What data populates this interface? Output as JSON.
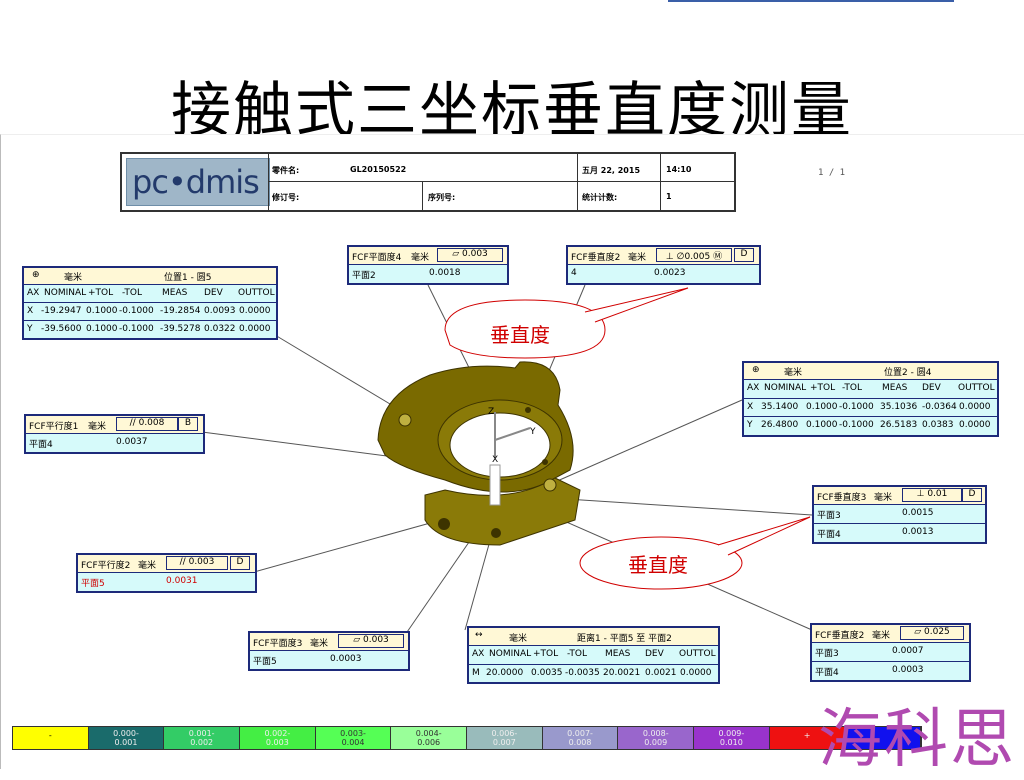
{
  "title": "接触式三坐标垂直度测量",
  "header": {
    "logo": "pc•dmis",
    "part_label": "零件名:",
    "part_value": "GL20150522",
    "date": "五月 22, 2015",
    "time": "14:10",
    "rev_label": "修订号:",
    "serial_label": "序列号:",
    "stat_label": "统计计数:",
    "stat_value": "1",
    "page": "1 / 1"
  },
  "pos1": {
    "icon": "⊕",
    "unit": "毫米",
    "name": "位置1 - 圆5",
    "cols": [
      "AX",
      "NOMINAL",
      "+TOL",
      "-TOL",
      "MEAS",
      "DEV",
      "OUTTOL"
    ],
    "rows": [
      [
        "X",
        "-19.2947",
        "0.1000",
        "-0.1000",
        "-19.2854",
        "0.0093",
        "0.0000"
      ],
      [
        "Y",
        "-39.5600",
        "0.1000",
        "-0.1000",
        "-39.5278",
        "0.0322",
        "0.0000"
      ]
    ]
  },
  "pos2": {
    "icon": "⊕",
    "unit": "毫米",
    "name": "位置2 - 圆4",
    "cols": [
      "AX",
      "NOMINAL",
      "+TOL",
      "-TOL",
      "MEAS",
      "DEV",
      "OUTTOL"
    ],
    "rows": [
      [
        "X",
        "35.1400",
        "0.1000",
        "-0.1000",
        "35.1036",
        "-0.0364",
        "0.0000"
      ],
      [
        "Y",
        "26.4800",
        "0.1000",
        "-0.1000",
        "26.5183",
        "0.0383",
        "0.0000"
      ]
    ]
  },
  "dist": {
    "icon": "↔",
    "unit": "毫米",
    "name": "距离1 - 平面5 至 平面2",
    "cols": [
      "AX",
      "NOMINAL",
      "+TOL",
      "-TOL",
      "MEAS",
      "DEV",
      "OUTTOL"
    ],
    "rows": [
      [
        "M",
        "20.0000",
        "0.0035",
        "-0.0035",
        "20.0021",
        "0.0021",
        "0.0000"
      ]
    ]
  },
  "fcf_flat4": {
    "name": "FCF平面度4",
    "unit": "毫米",
    "tol": "0.003",
    "row": [
      "平面2",
      "0.0018"
    ]
  },
  "fcf_perp2": {
    "name": "FCF垂直度2",
    "unit": "毫米",
    "tol": "∅0.005 Ⓜ",
    "datum": "D",
    "row": [
      "4",
      "0.0023"
    ]
  },
  "fcf_par1": {
    "name": "FCF平行度1",
    "unit": "毫米",
    "tol": "0.008",
    "datum": "B",
    "row": [
      "平面4",
      "0.0037"
    ]
  },
  "fcf_perp3": {
    "name": "FCF垂直度3",
    "unit": "毫米",
    "tol": "0.01",
    "datum": "D",
    "rows": [
      [
        "平面3",
        "0.0015"
      ],
      [
        "平面4",
        "0.0013"
      ]
    ]
  },
  "fcf_par2": {
    "name": "FCF平行度2",
    "unit": "毫米",
    "tol": "0.003",
    "datum": "D",
    "row": [
      "平面5",
      "0.0031"
    ]
  },
  "fcf_flat3": {
    "name": "FCF平面度3",
    "unit": "毫米",
    "tol": "0.003",
    "row": [
      "平面5",
      "0.0003"
    ]
  },
  "fcf_perp2b": {
    "name": "FCF垂直度2",
    "unit": "毫米",
    "tol": "0.025",
    "rows": [
      [
        "平面3",
        "0.0007"
      ],
      [
        "平面4",
        "0.0003"
      ]
    ]
  },
  "callout1": "垂直度",
  "callout2": "垂直度",
  "axes": {
    "z": "Z",
    "y": "Y",
    "x": "X"
  },
  "legend": [
    {
      "label": "-",
      "color": "#ffff00",
      "text": "#000"
    },
    {
      "label": "0.000-\n0.001",
      "color": "#1a6b6b",
      "text": "#eee"
    },
    {
      "label": "0.001-\n0.002",
      "color": "#33cc66",
      "text": "#eee"
    },
    {
      "label": "0.002-\n0.003",
      "color": "#44ee44",
      "text": "#eee"
    },
    {
      "label": "0.003-\n0.004",
      "color": "#55ff55",
      "text": "#333"
    },
    {
      "label": "0.004-\n0.006",
      "color": "#99ff99",
      "text": "#333"
    },
    {
      "label": "0.006-\n0.007",
      "color": "#99bbbb",
      "text": "#eee"
    },
    {
      "label": "0.007-\n0.008",
      "color": "#9999cc",
      "text": "#eee"
    },
    {
      "label": "0.008-\n0.009",
      "color": "#9966cc",
      "text": "#eee"
    },
    {
      "label": "0.009-\n0.010",
      "color": "#9933cc",
      "text": "#eee"
    },
    {
      "label": "+",
      "color": "#ee1111",
      "text": "#eee"
    },
    {
      "label": "",
      "color": "#1111ee",
      "text": "#eee"
    }
  ],
  "brand": "海科思"
}
